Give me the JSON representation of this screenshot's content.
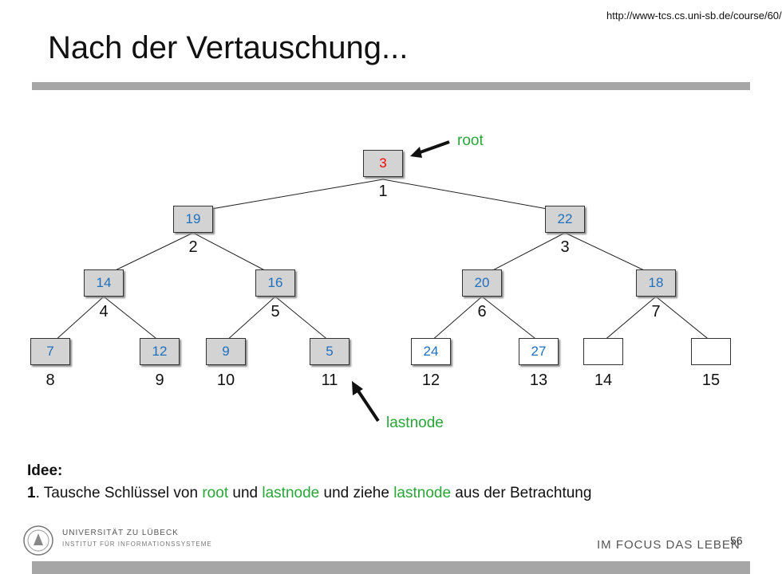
{
  "header": {
    "url": "http://www-tcs.cs.uni-sb.de/course/60/",
    "title": "Nach der Vertauschung..."
  },
  "tree": {
    "nodes": [
      {
        "key": "3",
        "index": "1",
        "color": "#ff0000"
      },
      {
        "key": "19",
        "index": "2"
      },
      {
        "key": "22",
        "index": "3"
      },
      {
        "key": "14",
        "index": "4"
      },
      {
        "key": "16",
        "index": "5"
      },
      {
        "key": "20",
        "index": "6"
      },
      {
        "key": "18",
        "index": "7"
      },
      {
        "key": "7",
        "index": "8"
      },
      {
        "key": "12",
        "index": "9"
      },
      {
        "key": "9",
        "index": "10"
      },
      {
        "key": "5",
        "index": "11"
      },
      {
        "key": "24",
        "index": "12"
      },
      {
        "key": "27",
        "index": "13"
      },
      {
        "key": "",
        "index": "14"
      },
      {
        "key": "",
        "index": "15"
      }
    ],
    "root_label": "root",
    "lastnode_label": "lastnode"
  },
  "idea": {
    "heading": "Idee:",
    "number": "1",
    "text_1": ". Tausche Schlüssel von ",
    "word_root": "root",
    "text_2": " und ",
    "word_lastnode_1": "lastnode",
    "text_3": " und ziehe ",
    "word_lastnode_2": "lastnode",
    "text_4": " aus der Betrachtung"
  },
  "footer": {
    "university": "UNIVERSITÄT ZU LÜBECK",
    "institute": "INSTITUT FÜR INFORMATIONSSYSTEME",
    "slogan": "IM FOCUS DAS LEBEN",
    "page_number": "56"
  },
  "colors": {
    "accent_green": "#2aa53a",
    "node_blue": "#1f6fbf",
    "root_red": "#ff0000",
    "rule_gray": "#a6a6a6"
  }
}
